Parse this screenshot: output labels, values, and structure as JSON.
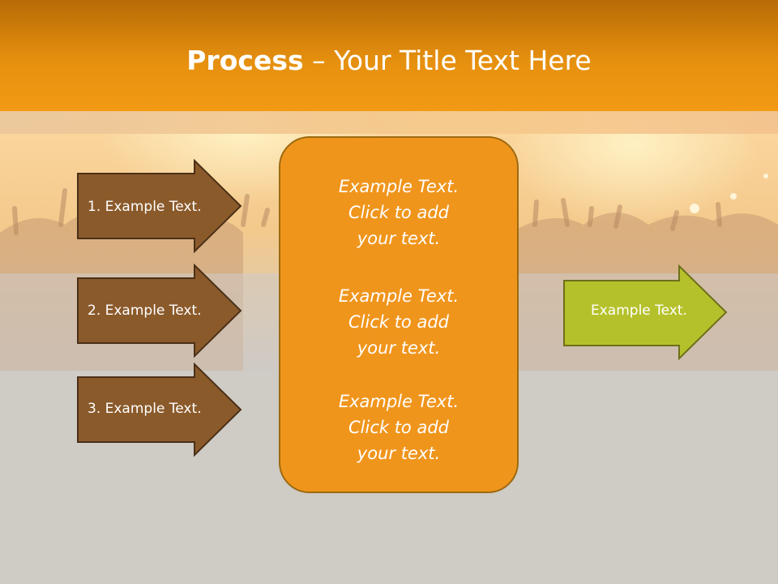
{
  "slide": {
    "title_bold": "Process",
    "title_rest": " – Your Title Text Here"
  },
  "steps": [
    {
      "label": "1. Example Text."
    },
    {
      "label": "2. Example Text."
    },
    {
      "label": "3. Example Text."
    }
  ],
  "center_box": {
    "paragraphs": [
      {
        "line1": "Example Text.",
        "line2": "Click  to add",
        "line3": "your text."
      },
      {
        "line1": "Example Text.",
        "line2": "Click  to add",
        "line3": "your text."
      },
      {
        "line1": "Example Text.",
        "line2": "Click  to add",
        "line3": "your text."
      }
    ]
  },
  "result": {
    "label": "Example Text."
  },
  "colors": {
    "header": "#f29a14",
    "step_arrow_fill": "#8b5a2b",
    "center_box_fill": "#f0951c",
    "result_arrow_fill": "#b5c12a",
    "background": "#cfcbc5"
  }
}
